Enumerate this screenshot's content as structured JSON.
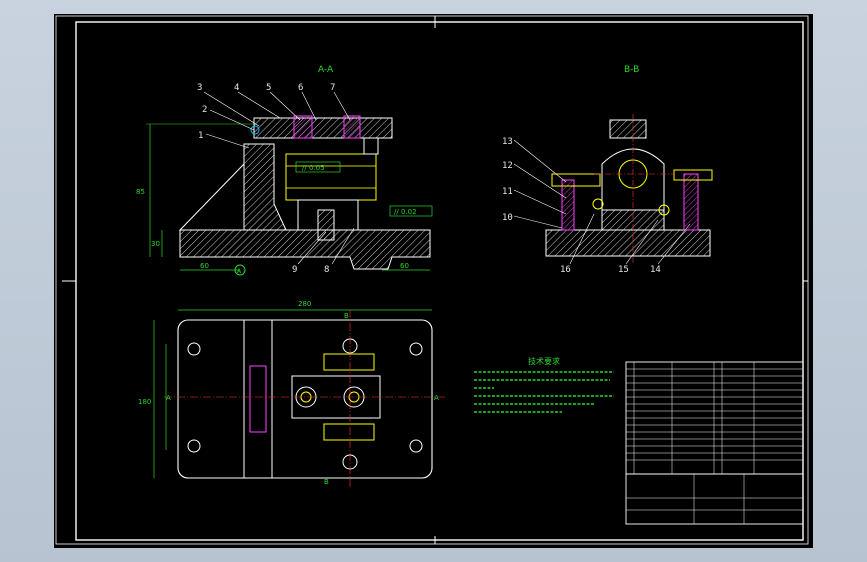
{
  "drawing": {
    "section_aa": "A-A",
    "section_bb": "B-B",
    "part_labels_aa": [
      "1",
      "2",
      "3",
      "4",
      "5",
      "6",
      "7",
      "8",
      "9"
    ],
    "part_labels_bb": [
      "10",
      "11",
      "12",
      "13",
      "14",
      "15",
      "16"
    ],
    "dim_height": "85",
    "dim_base": "30",
    "dim_left": "60",
    "dim_right": "60",
    "dim_width_plan": "280",
    "dim_side_plan": "180",
    "tolerance_1": "// 0.05",
    "tolerance_2": "// 0.02",
    "datum": "A",
    "plan_mark_left": "A",
    "plan_mark_right": "A",
    "plan_mark_top": "B",
    "plan_mark_bottom": "B",
    "notes_title": "技术要求",
    "colors": {
      "outline": "#ffffff",
      "hatch": "#ffffff",
      "section": "#ffff00",
      "dimension": "#2bd62b",
      "centerline": "#ff3030",
      "parts": "#ff00ff",
      "cyan": "#00c8ff"
    }
  }
}
